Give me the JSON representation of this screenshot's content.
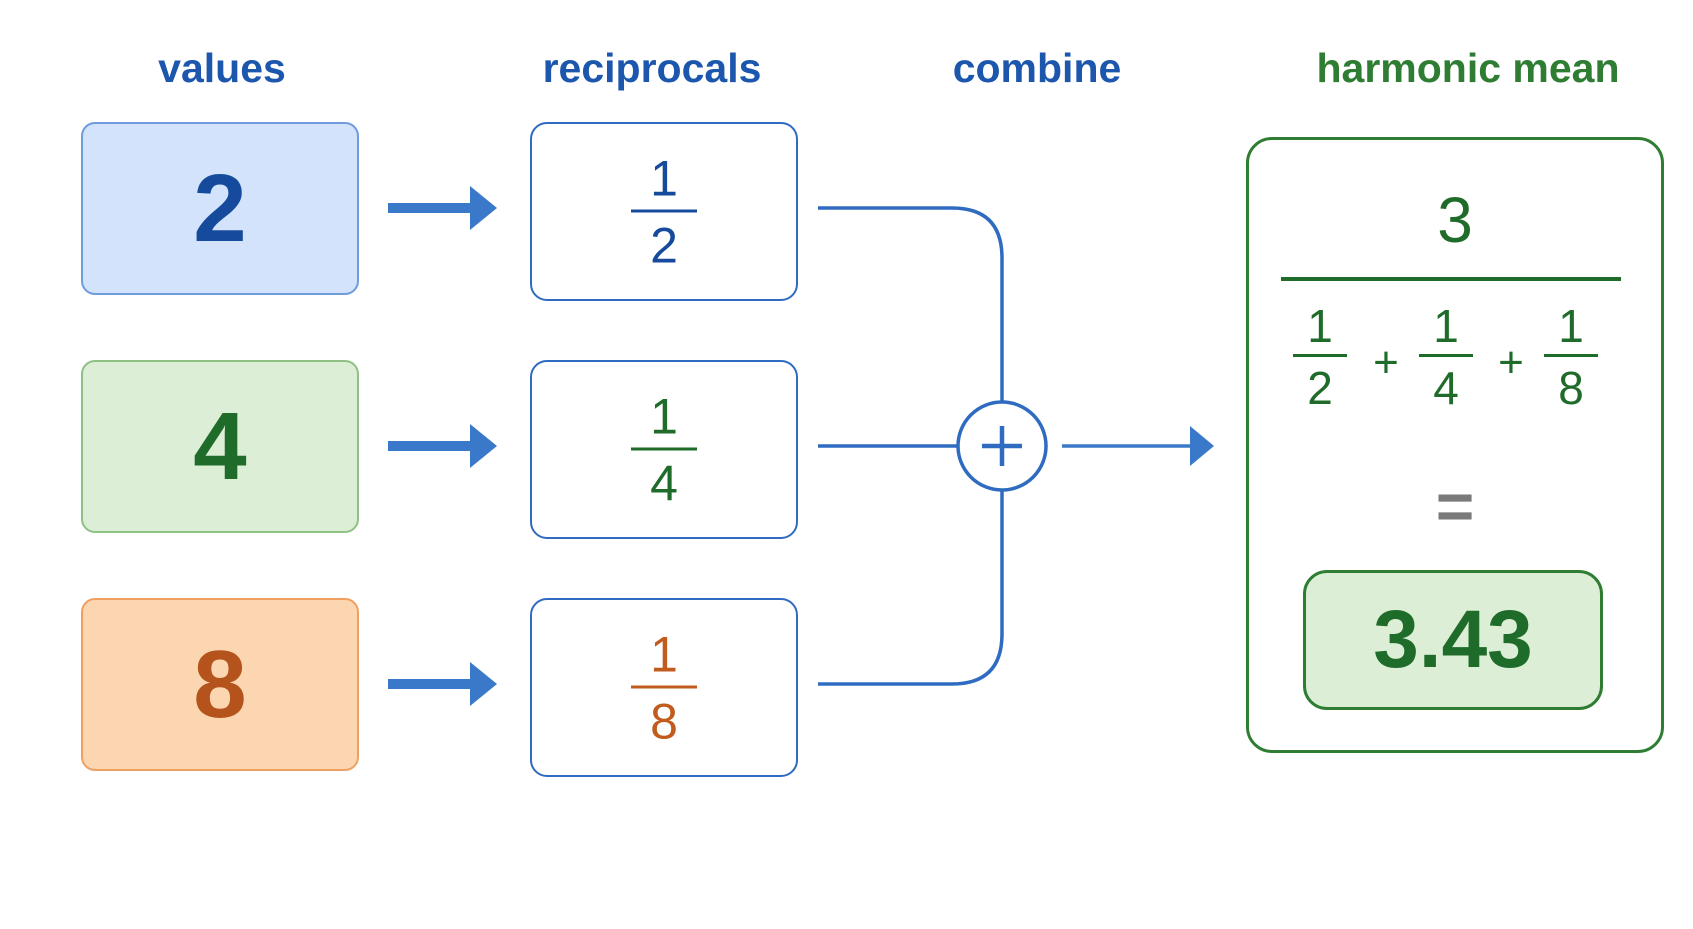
{
  "headings": {
    "values": "values",
    "reciprocals": "reciprocals",
    "combine": "combine",
    "harmonic_mean": "harmonic mean"
  },
  "values": [
    {
      "label": "2",
      "fill": "#d3e3fb",
      "border": "#6f9bdc",
      "text_color": "#154a9c"
    },
    {
      "label": "4",
      "fill": "#dcefd6",
      "border": "#8fc184",
      "text_color": "#1f6b29"
    },
    {
      "label": "8",
      "fill": "#fcd6b0",
      "border": "#efa060",
      "text_color": "#b4541c"
    }
  ],
  "reciprocals": [
    {
      "numerator": "1",
      "denominator": "2",
      "color": "#154a9c"
    },
    {
      "numerator": "1",
      "denominator": "4",
      "color": "#1f6b29"
    },
    {
      "numerator": "1",
      "denominator": "8",
      "color": "#c25b1e"
    }
  ],
  "combine": {
    "operator": "+"
  },
  "harmonic_mean": {
    "numerator": "3",
    "denominator_terms": [
      {
        "numerator": "1",
        "denominator": "2"
      },
      {
        "numerator": "1",
        "denominator": "4"
      },
      {
        "numerator": "1",
        "denominator": "8"
      }
    ],
    "plus_signs": [
      "+",
      "+"
    ],
    "equals": "=",
    "result": "3.43"
  },
  "colors": {
    "heading_blue": "#1c57ad",
    "heading_green": "#2e7d32",
    "arrow_blue": "#3a78c9",
    "connector_blue": "#2f6bc0",
    "result_green": "#1f6b29",
    "result_fill": "#dcefd6",
    "equals_gray": "#7a7a7a"
  },
  "icons": {
    "input_arrow": "right-arrow-icon",
    "combine_operator": "plus-circle-icon",
    "output_arrow": "right-arrow-icon"
  }
}
